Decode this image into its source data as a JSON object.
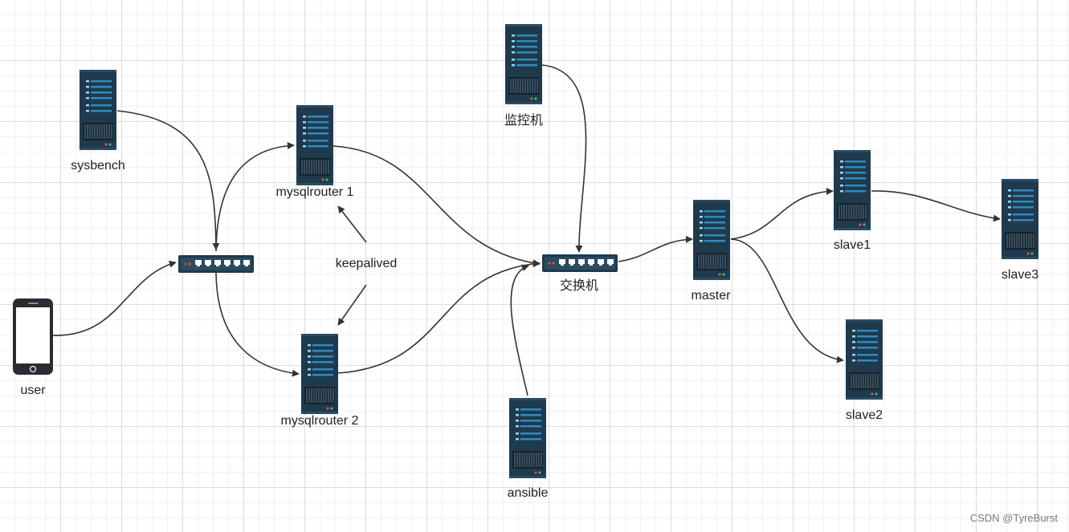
{
  "diagram": {
    "nodes": [
      {
        "id": "sysbench",
        "label": "sysbench",
        "icon": "server-icon"
      },
      {
        "id": "mysqlrouter1",
        "label": "mysqlrouter 1",
        "icon": "server-icon"
      },
      {
        "id": "monitor",
        "label": "监控机",
        "icon": "server-icon"
      },
      {
        "id": "switch_left",
        "label": "",
        "icon": "network-switch-icon"
      },
      {
        "id": "user",
        "label": "user",
        "icon": "smartphone-icon"
      },
      {
        "id": "keepalived",
        "label": "keepalived",
        "icon": ""
      },
      {
        "id": "switch_main",
        "label": "交换机",
        "icon": "network-switch-icon"
      },
      {
        "id": "master",
        "label": "master",
        "icon": "server-icon"
      },
      {
        "id": "slave1",
        "label": "slave1",
        "icon": "server-icon"
      },
      {
        "id": "slave2",
        "label": "slave2",
        "icon": "server-icon"
      },
      {
        "id": "slave3",
        "label": "slave3",
        "icon": "server-icon"
      },
      {
        "id": "mysqlrouter2",
        "label": "mysqlrouter 2",
        "icon": "server-icon"
      },
      {
        "id": "ansible",
        "label": "ansible",
        "icon": "server-icon"
      }
    ],
    "edges": [
      {
        "from": "sysbench",
        "to": "switch_left"
      },
      {
        "from": "user",
        "to": "switch_left"
      },
      {
        "from": "switch_left",
        "to": "mysqlrouter1"
      },
      {
        "from": "switch_left",
        "to": "mysqlrouter2"
      },
      {
        "from": "mysqlrouter1",
        "to": "switch_main"
      },
      {
        "from": "mysqlrouter2",
        "to": "switch_main"
      },
      {
        "from": "monitor",
        "to": "switch_main"
      },
      {
        "from": "ansible",
        "to": "switch_main"
      },
      {
        "from": "switch_main",
        "to": "master"
      },
      {
        "from": "master",
        "to": "slave1"
      },
      {
        "from": "master",
        "to": "slave2"
      },
      {
        "from": "slave1",
        "to": "slave3"
      },
      {
        "from": "keepalived",
        "to": "mysqlrouter1"
      },
      {
        "from": "keepalived",
        "to": "mysqlrouter2"
      }
    ]
  },
  "colors": {
    "device_body": "#1f3a4d",
    "device_accent": "#2e8bc0",
    "edge": "#333333",
    "led_green": "#29c36a",
    "led_red": "#e74c3c"
  },
  "watermark": "CSDN @TyreBurst"
}
